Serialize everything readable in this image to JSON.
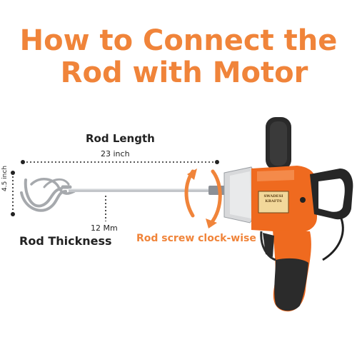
{
  "title": {
    "line1": "How to Connect the",
    "line2": "Rod with Motor"
  },
  "labels": {
    "rod_length": "Rod Length",
    "rod_length_value": "23 inch",
    "rod_thickness": "Rod Thickness",
    "rod_thickness_value": "12 Mm",
    "height_value": "4.5 inch",
    "screw_instruction": "Rod screw clock-wise"
  },
  "product": {
    "brand_line1": "SWADESI",
    "brand_line2": "KRAFTS"
  },
  "colors": {
    "accent": "#f0843a",
    "tool_orange": "#ef6a1f",
    "tool_black": "#222222",
    "metal": "#b9bcc0",
    "text": "#222222"
  },
  "icons": {
    "rotate": "curved-arrows-icon",
    "dimension": "dotted-dimension-line-icon"
  }
}
